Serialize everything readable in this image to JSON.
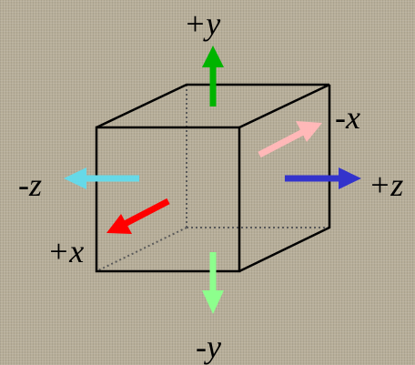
{
  "labels": {
    "pos_y": "+y",
    "neg_y": "-y",
    "pos_x": "+x",
    "neg_x": "-x",
    "pos_z": "+z",
    "neg_z": "-z"
  },
  "colors": {
    "pos_y": "#00b400",
    "neg_y": "#8dff8d",
    "pos_x": "#ff0000",
    "neg_x": "#ffb8b8",
    "pos_z": "#3333cc",
    "neg_z": "#66d9e8"
  }
}
